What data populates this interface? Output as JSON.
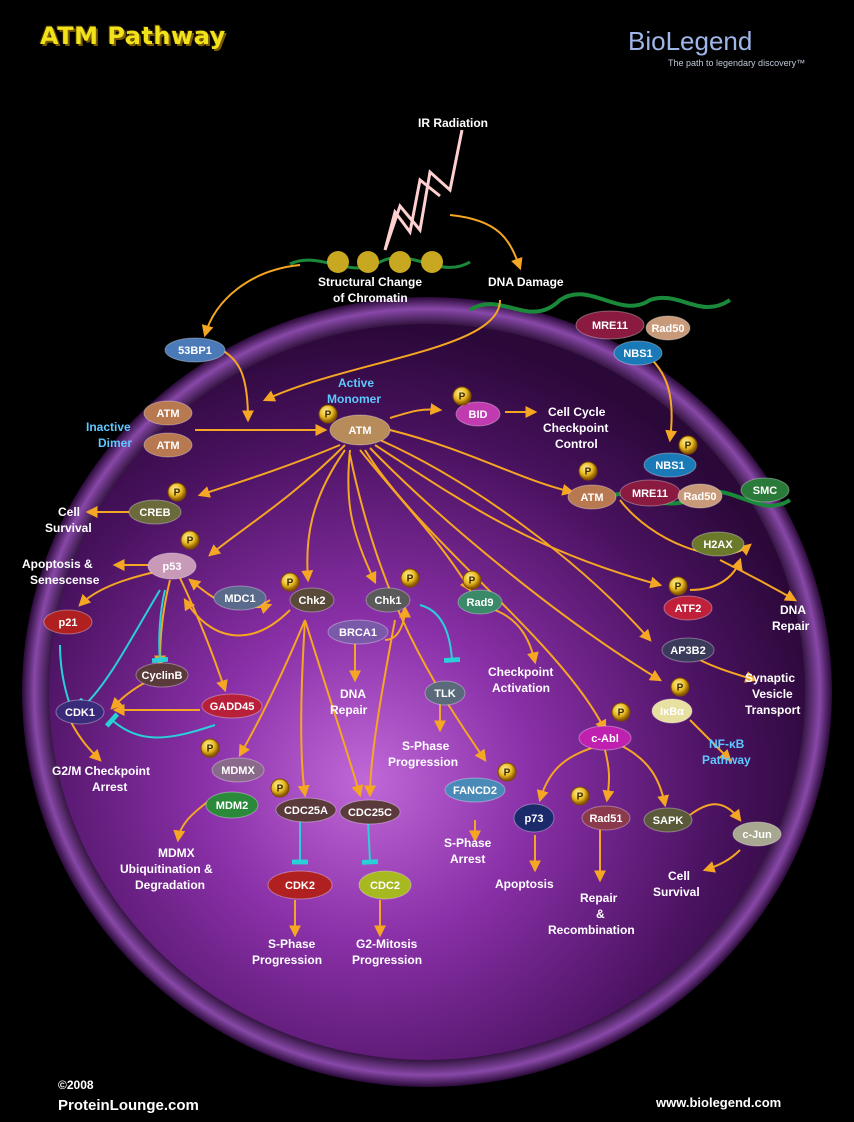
{
  "header": {
    "title": "ATM Pathway",
    "brand": "BioLegend",
    "tagline": "The path to legendary discovery™"
  },
  "footer": {
    "copyright": "©2008",
    "site_left": "ProteinLounge.com",
    "site_right": "www.biolegend.com"
  },
  "colors": {
    "arrow": "#f5a623",
    "inhibit": "#2ad0d8",
    "membrane": "#7a3a9e",
    "cell_inner": "#3a1050",
    "phospho": "#e8b820"
  },
  "phospho_label": "P",
  "labels": {
    "ir_radiation": "IR Radiation",
    "structural_change_1": "Structural Change",
    "structural_change_2": "of Chromatin",
    "dna_damage": "DNA Damage",
    "active_1": "Active",
    "active_2": "Monomer",
    "inactive_1": "Inactive",
    "inactive_2": "Dimer",
    "cell_cycle_1": "Cell Cycle",
    "cell_cycle_2": "Checkpoint",
    "cell_cycle_3": "Control",
    "cell_survival_1a": "Cell",
    "cell_survival_1b": "Survival",
    "apoptosis_sen_1": "Apoptosis &",
    "apoptosis_sen_2": "Senescense",
    "dna_repair_right_1": "DNA",
    "dna_repair_right_2": "Repair",
    "dna_repair_mid_1": "DNA",
    "dna_repair_mid_2": "Repair",
    "checkpoint_act_1": "Checkpoint",
    "checkpoint_act_2": "Activation",
    "synaptic_1": "Synaptic",
    "synaptic_2": "Vesicle",
    "synaptic_3": "Transport",
    "nfkb_1": "NF-κB",
    "nfkb_2": "Pathway",
    "g2m_1": "G2/M Checkpoint",
    "g2m_2": "Arrest",
    "sphase_prog_mid_1": "S-Phase",
    "sphase_prog_mid_2": "Progression",
    "sphase_arrest_1": "S-Phase",
    "sphase_arrest_2": "Arrest",
    "mdmx_ub_1": "MDMX",
    "mdmx_ub_2": "Ubiquitination &",
    "mdmx_ub_3": "Degradation",
    "apoptosis": "Apoptosis",
    "repair_rec_1": "Repair",
    "repair_rec_2": "&",
    "repair_rec_3": "Recombination",
    "cell_survival_2a": "Cell",
    "cell_survival_2b": "Survival",
    "sphase_prog_bottom_1": "S-Phase",
    "sphase_prog_bottom_2": "Progression",
    "g2mitosis_1": "G2-Mitosis",
    "g2mitosis_2": "Progression"
  },
  "nodes": {
    "bp53": "53BP1",
    "atm_dimer_top": "ATM",
    "atm_dimer_bottom": "ATM",
    "atm_active": "ATM",
    "bid": "BID",
    "mre11_top": "MRE11",
    "rad50_top": "Rad50",
    "nbs1_top": "NBS1",
    "nbs1_mid": "NBS1",
    "atm_complex": "ATM",
    "mre11_mid": "MRE11",
    "rad50_mid": "Rad50",
    "smc": "SMC",
    "h2ax": "H2AX",
    "creb": "CREB",
    "p53": "p53",
    "mdc1": "MDC1",
    "chk2": "Chk2",
    "chk1": "Chk1",
    "rad9": "Rad9",
    "atf2": "ATF2",
    "ap3b2": "AP3B2",
    "p21": "p21",
    "cyclinb": "CyclinB",
    "gadd45": "GADD45",
    "cdk1": "CDK1",
    "brca1": "BRCA1",
    "tlk": "TLK",
    "ikba": "IκBα",
    "cabl": "c-Abl",
    "mdmx": "MDMX",
    "mdm2": "MDM2",
    "cdc25a": "CDC25A",
    "cdc25c": "CDC25C",
    "fancd2": "FANCD2",
    "p73": "p73",
    "rad51": "Rad51",
    "sapk": "SAPK",
    "cjun": "c-Jun",
    "cdk2": "CDK2",
    "cdc2": "CDC2"
  }
}
